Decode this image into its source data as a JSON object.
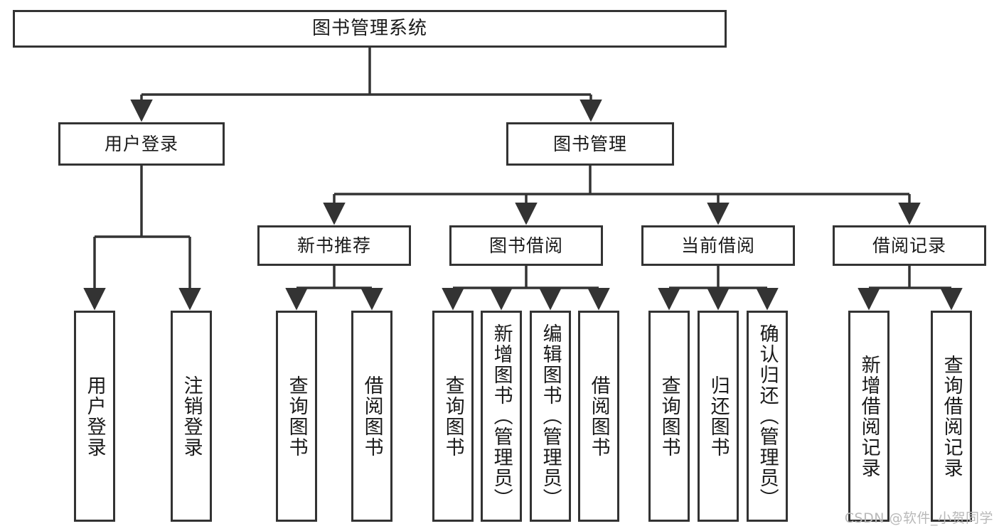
{
  "diagram": {
    "title": "图书管理系统",
    "type": "tree-hierarchy-chart",
    "watermark": "CSDN @软件_小贺同学",
    "colors": {
      "stroke": "#333333",
      "fill": "#ffffff",
      "text": "#1a1a1a",
      "watermark": "#b9b9b9"
    },
    "levels": {
      "root": {
        "label": "图书管理系统"
      },
      "level2": [
        {
          "label": "用户登录"
        },
        {
          "label": "图书管理"
        }
      ],
      "level3": [
        {
          "label": "新书推荐"
        },
        {
          "label": "图书借阅"
        },
        {
          "label": "当前借阅"
        },
        {
          "label": "借阅记录"
        }
      ],
      "leaves": {
        "user_login": [
          {
            "label": "用户登录"
          },
          {
            "label": "注销登录"
          }
        ],
        "new_book_recommend": [
          {
            "label": "查询图书"
          },
          {
            "label": "借阅图书"
          }
        ],
        "book_borrow": [
          {
            "label": "查询图书"
          },
          {
            "label": "新增图书（管理员）"
          },
          {
            "label": "编辑图书（管理员）"
          },
          {
            "label": "借阅图书"
          }
        ],
        "current_borrow": [
          {
            "label": "查询图书"
          },
          {
            "label": "归还图书"
          },
          {
            "label": "确认归还（管理员）"
          }
        ],
        "borrow_record": [
          {
            "label": "新增借阅记录"
          },
          {
            "label": "查询借阅记录"
          }
        ]
      }
    }
  }
}
